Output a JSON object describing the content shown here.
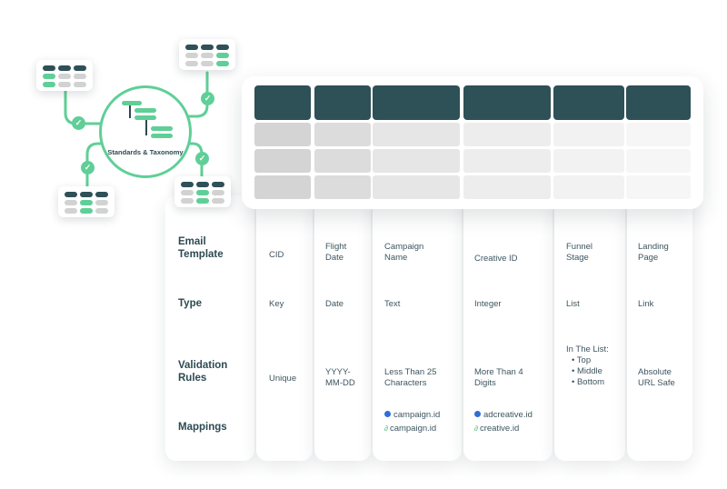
{
  "hub": {
    "label": "Standards & Taxonomy"
  },
  "columns": {
    "cid": {
      "email": "CID",
      "type": "Key",
      "validation": "Unique"
    },
    "flight": {
      "email": "Flight\nDate",
      "type": "Date",
      "validation": "YYYY-\nMM-DD"
    },
    "campaign": {
      "email": "Campaign\nName",
      "type": "Text",
      "validation": "Less Than 25\nCharacters",
      "map_fb": "campaign.id",
      "map_link": "campaign.id"
    },
    "creative": {
      "email": "Creative ID",
      "type": "Integer",
      "validation": "More Than 4\nDigits",
      "map_fb": "adcreative.id",
      "map_link": "creative.id"
    },
    "funnel": {
      "email": "Funnel\nStage",
      "type": "List",
      "validation_title": "In The List:",
      "validation_items": [
        "Top",
        "Middle",
        "Bottom"
      ]
    },
    "landing": {
      "email": "Landing\nPage",
      "type": "Link",
      "validation": "Absolute\nURL Safe"
    }
  },
  "rows": {
    "email_template": "Email\nTemplate",
    "type": "Type",
    "validation_rules": "Validation\nRules",
    "mappings": "Mappings"
  },
  "icons": {
    "facebook": "facebook-icon",
    "link": "link-icon",
    "check": "check-icon"
  },
  "colors": {
    "dark": "#2e5057",
    "green": "#5fcf97",
    "grey": "#d2d2d2"
  }
}
